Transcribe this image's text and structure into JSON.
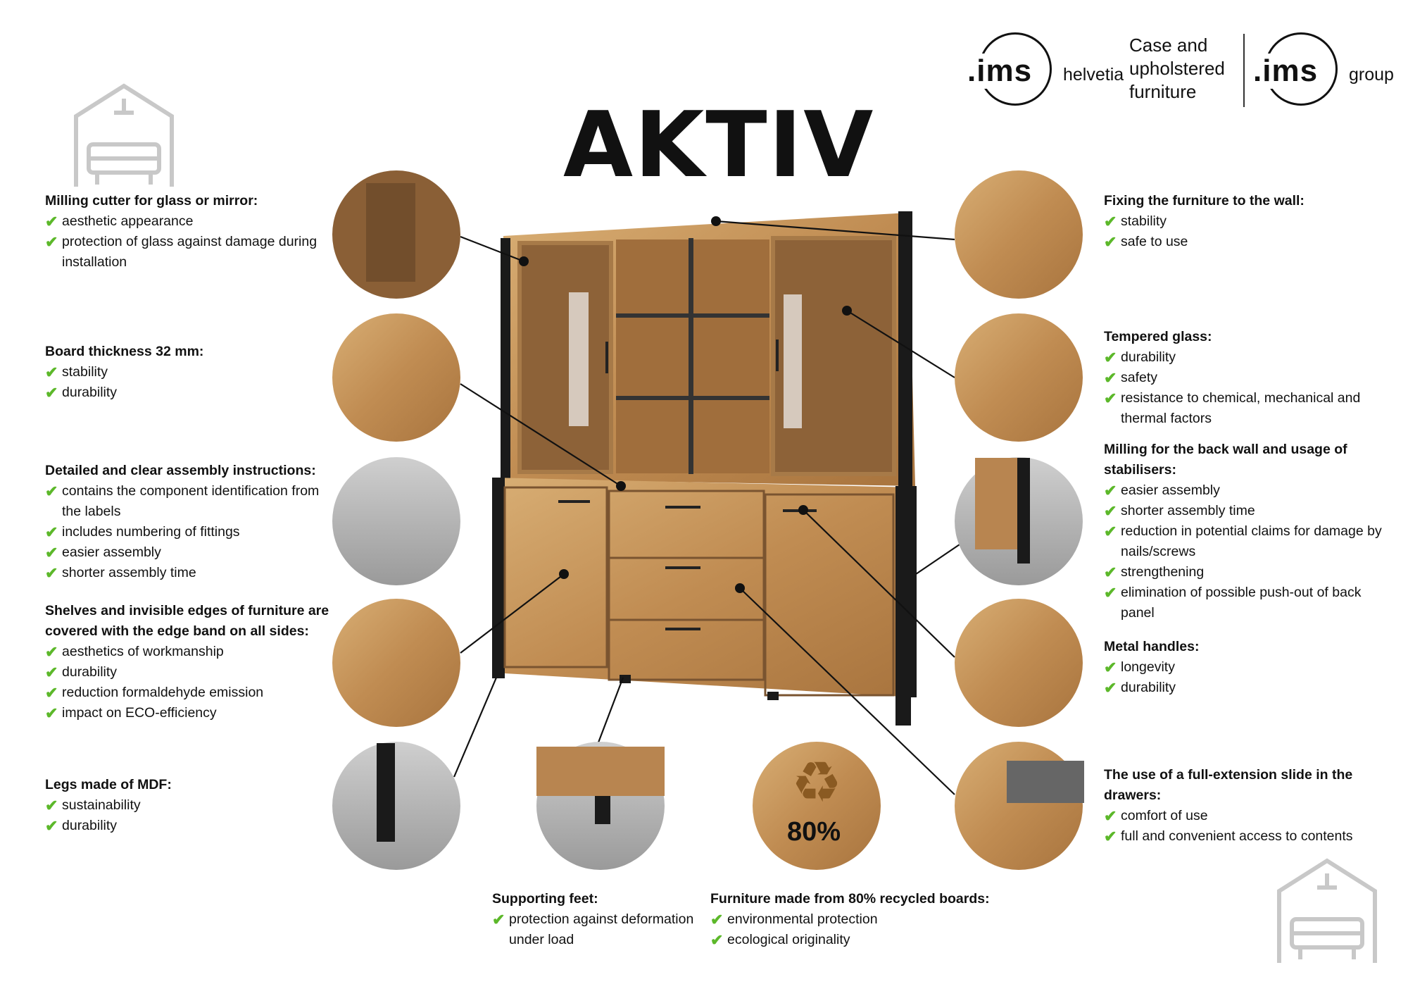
{
  "title": "AKTIV",
  "logos": {
    "left_mark": ".ims",
    "left_sub": "helvetia",
    "tagline": [
      "Case and",
      "upholstered",
      "furniture"
    ],
    "right_mark": ".ims",
    "right_sub": "group"
  },
  "recycle_badge": "80%",
  "colors": {
    "check": "#5cb82a",
    "wood": "#c89a5e",
    "frame": "#1a1a1a"
  },
  "features_left": [
    {
      "title": "Milling cutter for glass or mirror:",
      "items": [
        "aesthetic appearance",
        "protection of glass against damage during installation"
      ]
    },
    {
      "title": "Board thickness 32 mm:",
      "items": [
        "stability",
        "durability"
      ]
    },
    {
      "title": "Detailed and clear assembly instructions:",
      "items": [
        "contains the component identification from the labels",
        "includes numbering of fittings",
        "easier assembly",
        "shorter assembly time"
      ]
    },
    {
      "title": "Shelves and invisible edges of furniture are covered with the edge band on all sides:",
      "items": [
        "aesthetics of workmanship",
        "durability",
        "reduction formaldehyde emission",
        "impact on ECO-efficiency"
      ]
    },
    {
      "title": "Legs made of MDF:",
      "items": [
        "sustainability",
        "durability"
      ]
    }
  ],
  "features_right": [
    {
      "title": "Fixing the furniture to the wall:",
      "items": [
        "stability",
        "safe to use"
      ]
    },
    {
      "title": "Tempered glass:",
      "items": [
        "durability",
        "safety",
        "resistance to chemical, mechanical and thermal factors"
      ]
    },
    {
      "title": "Milling for the back wall and usage of stabilisers:",
      "items": [
        "easier assembly",
        "shorter assembly time",
        "reduction in potential claims for damage by nails/screws",
        "strengthening",
        "elimination of possible push-out of back panel"
      ]
    },
    {
      "title": "Metal handles:",
      "items": [
        "longevity",
        "durability"
      ]
    },
    {
      "title": "The use of a full-extension slide in the drawers:",
      "items": [
        "comfort of use",
        "full and convenient access to contents"
      ]
    }
  ],
  "features_bottom": [
    {
      "title": "Supporting feet:",
      "items": [
        "protection against deformation under load"
      ]
    },
    {
      "title": "Furniture made from 80% recycled boards:",
      "items": [
        "environmental protection",
        "ecological originality"
      ]
    }
  ],
  "check_symbol": "✔"
}
